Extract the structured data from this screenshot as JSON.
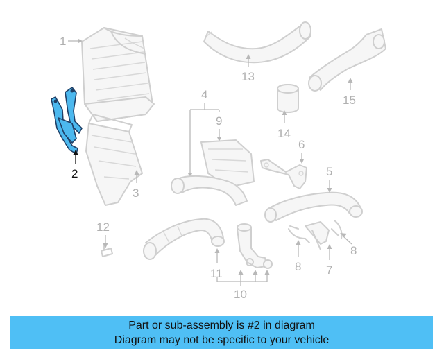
{
  "callouts": {
    "c1": "1",
    "c2": "2",
    "c3": "3",
    "c4": "4",
    "c5": "5",
    "c6": "6",
    "c7": "7",
    "c8a": "8",
    "c8b": "8",
    "c9": "9",
    "c10": "10",
    "c11": "11",
    "c12": "12",
    "c13": "13",
    "c14": "14",
    "c15": "15"
  },
  "highlight": {
    "part_number": "2",
    "color": "#4cb8ee"
  },
  "banner": {
    "line1": "Part or sub-assembly is #2 in diagram",
    "line2": "Diagram may not be specific to your vehicle",
    "background": "#4fbff5"
  }
}
